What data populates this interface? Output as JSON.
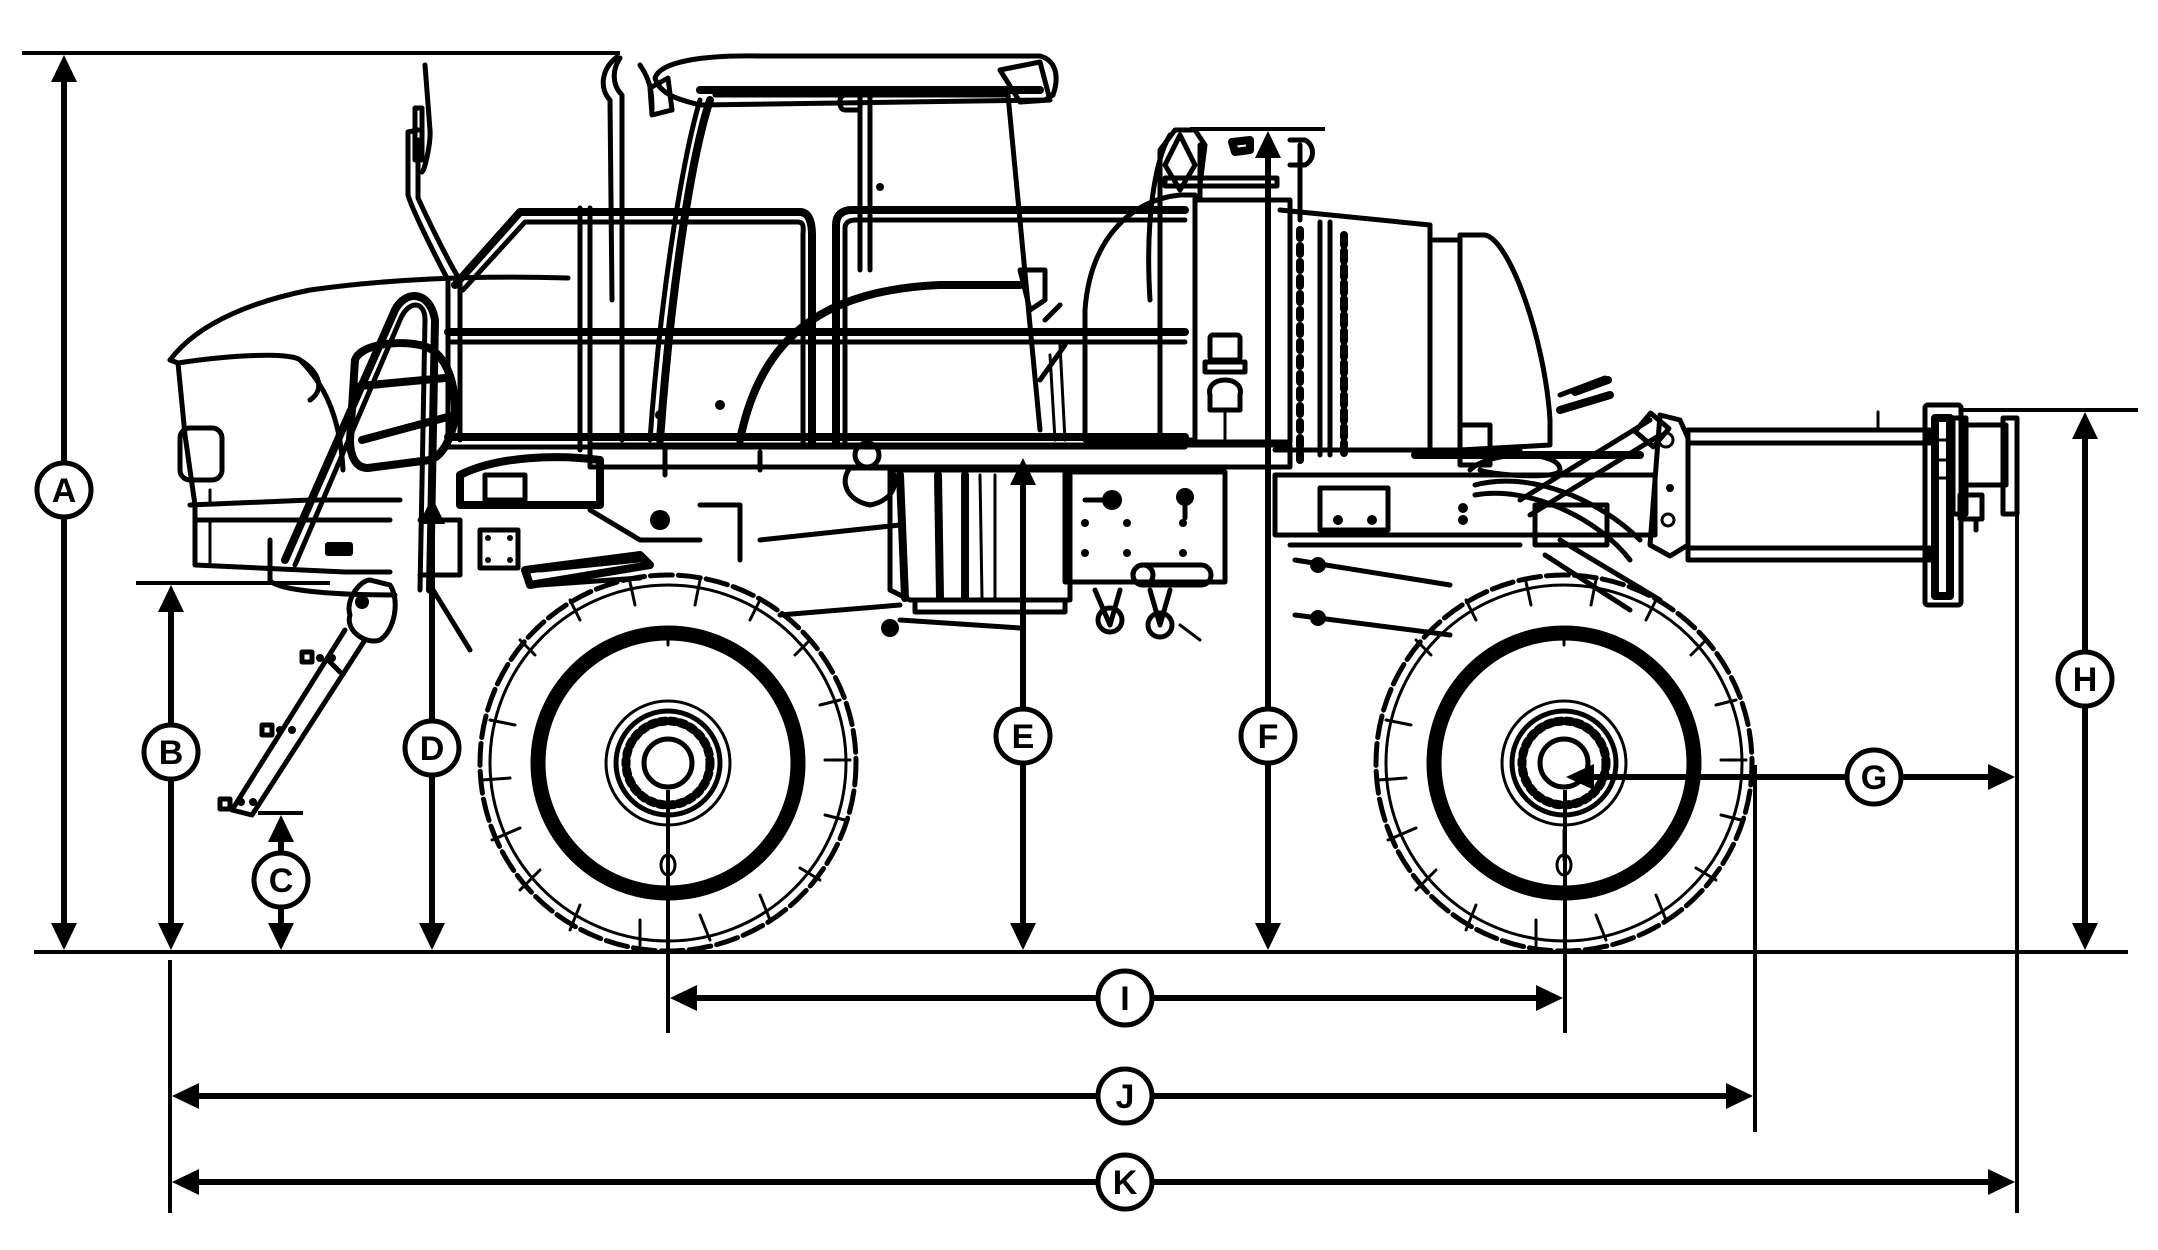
{
  "figure": {
    "subject": "Self-propelled sprayer side view dimension diagram",
    "colors": {
      "line": "#000000",
      "background": "#ffffff"
    }
  },
  "callouts": [
    {
      "id": "A",
      "label": "A",
      "meaning": "overall height (ground to cab roof)"
    },
    {
      "id": "B",
      "label": "B",
      "meaning": "ground to front underside"
    },
    {
      "id": "C",
      "label": "C",
      "meaning": "ground to ladder bottom step"
    },
    {
      "id": "D",
      "label": "D",
      "meaning": "ground to platform"
    },
    {
      "id": "E",
      "label": "E",
      "meaning": "ground to frame (center)"
    },
    {
      "id": "F",
      "label": "F",
      "meaning": "ground to top of tank/filter"
    },
    {
      "id": "G",
      "label": "G",
      "meaning": "rear axle to rear of boom"
    },
    {
      "id": "H",
      "label": "H",
      "meaning": "ground to top of boom cradle"
    },
    {
      "id": "I",
      "label": "I",
      "meaning": "wheelbase"
    },
    {
      "id": "J",
      "label": "J",
      "meaning": "front to rear of rear tire"
    },
    {
      "id": "K",
      "label": "K",
      "meaning": "overall length"
    }
  ]
}
